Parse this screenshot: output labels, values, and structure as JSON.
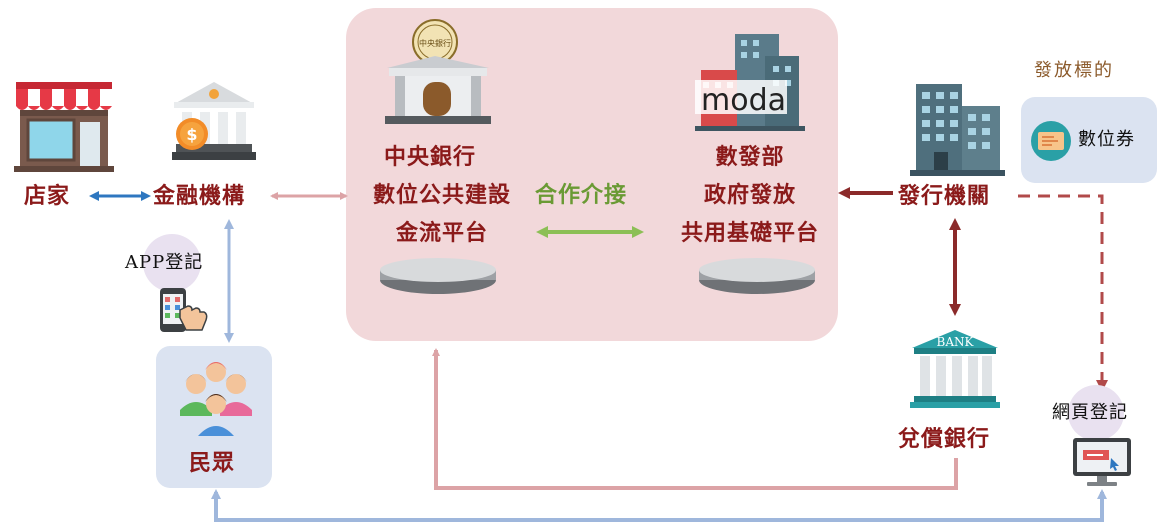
{
  "nodes": {
    "store": "店家",
    "financial_institution": "金融機構",
    "central_bank_name": "中央銀行",
    "central_bank_line1": "數位公共建設",
    "central_bank_line2": "金流平台",
    "cooperation": "合作介接",
    "moda_name": "數發部",
    "moda_line1": "政府發放",
    "moda_line2": "共用基礎平台",
    "issuer": "發行機關",
    "redeem_bank": "兌償銀行",
    "people": "民眾",
    "distribution_target_title": "發放標的",
    "digital_voucher": "數位券",
    "app_register": "APP登記",
    "web_register": "網頁登記"
  },
  "icon_text": {
    "moda_logo": "moda",
    "central_bank_seal": "中央銀行",
    "bank_sign": "BANK"
  },
  "colors": {
    "label_red": "#8b1a1a",
    "center_panel": "#f2d8da",
    "side_box": "#dbe3f1",
    "arrow_pink": "#dca3a6",
    "arrow_blue": "#9fb7dc",
    "arrow_darkred": "#8b2a2a",
    "arrow_green": "#8cbf55",
    "arrow_deepblue": "#2e77c0",
    "cooperation_green": "#6a9a34"
  }
}
